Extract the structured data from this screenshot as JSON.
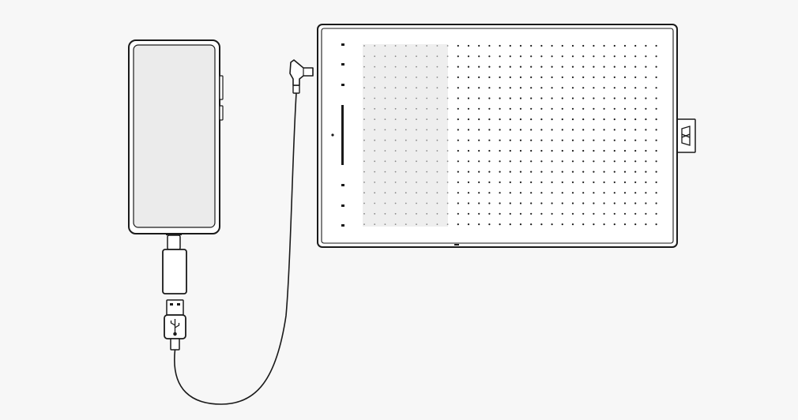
{
  "diagram": {
    "colors": {
      "background": "#f7f7f7",
      "stroke": "#1a1a1a",
      "screen_fill": "#ebebeb",
      "tablet_fill": "#ffffff",
      "active_area_fill": "#eeeeee",
      "dot": "#1a1a1a",
      "active_dot": "#888888"
    },
    "components": [
      {
        "id": "phone",
        "label": ""
      },
      {
        "id": "otg-adapter",
        "label": ""
      },
      {
        "id": "usb-a-plug",
        "label": ""
      },
      {
        "id": "usb-cable",
        "label": ""
      },
      {
        "id": "drawing-tablet",
        "label": ""
      }
    ],
    "icons": {
      "usb": "usb-trident-icon",
      "brand": "brand-logo-icon"
    }
  }
}
